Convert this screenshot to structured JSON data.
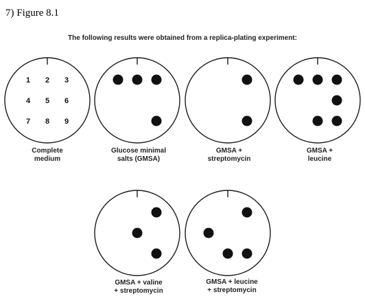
{
  "figure_label": "7) Figure 8.1",
  "intro_text": "The following results were obtained from a replica-plating experiment:",
  "plates": [
    {
      "caption_lines": [
        "Complete",
        "medium"
      ],
      "numbers": [
        "1",
        "2",
        "3",
        "4",
        "5",
        "6",
        "7",
        "8",
        "9"
      ],
      "colonies": []
    },
    {
      "caption_lines": [
        "Glucose minimal",
        "salts (GMSA)"
      ],
      "colonies": [
        1,
        2,
        3,
        9
      ]
    },
    {
      "caption_lines": [
        "GMSA +",
        "streptomycin"
      ],
      "colonies": [
        3,
        9
      ]
    },
    {
      "caption_lines": [
        "GMSA +",
        "leucine"
      ],
      "colonies": [
        1,
        2,
        3,
        6,
        8,
        9
      ]
    },
    {
      "caption_lines": [
        "GMSA + valine",
        "+ streptomycin"
      ],
      "colonies": [
        3,
        5,
        9
      ]
    },
    {
      "caption_lines": [
        "GMSA + leucine",
        "+ streptomycin"
      ],
      "colonies": [
        3,
        4,
        8,
        9
      ]
    }
  ],
  "colors": {
    "ink": "#111111",
    "outline": "#1a1a1a",
    "background": "#ffffff"
  }
}
